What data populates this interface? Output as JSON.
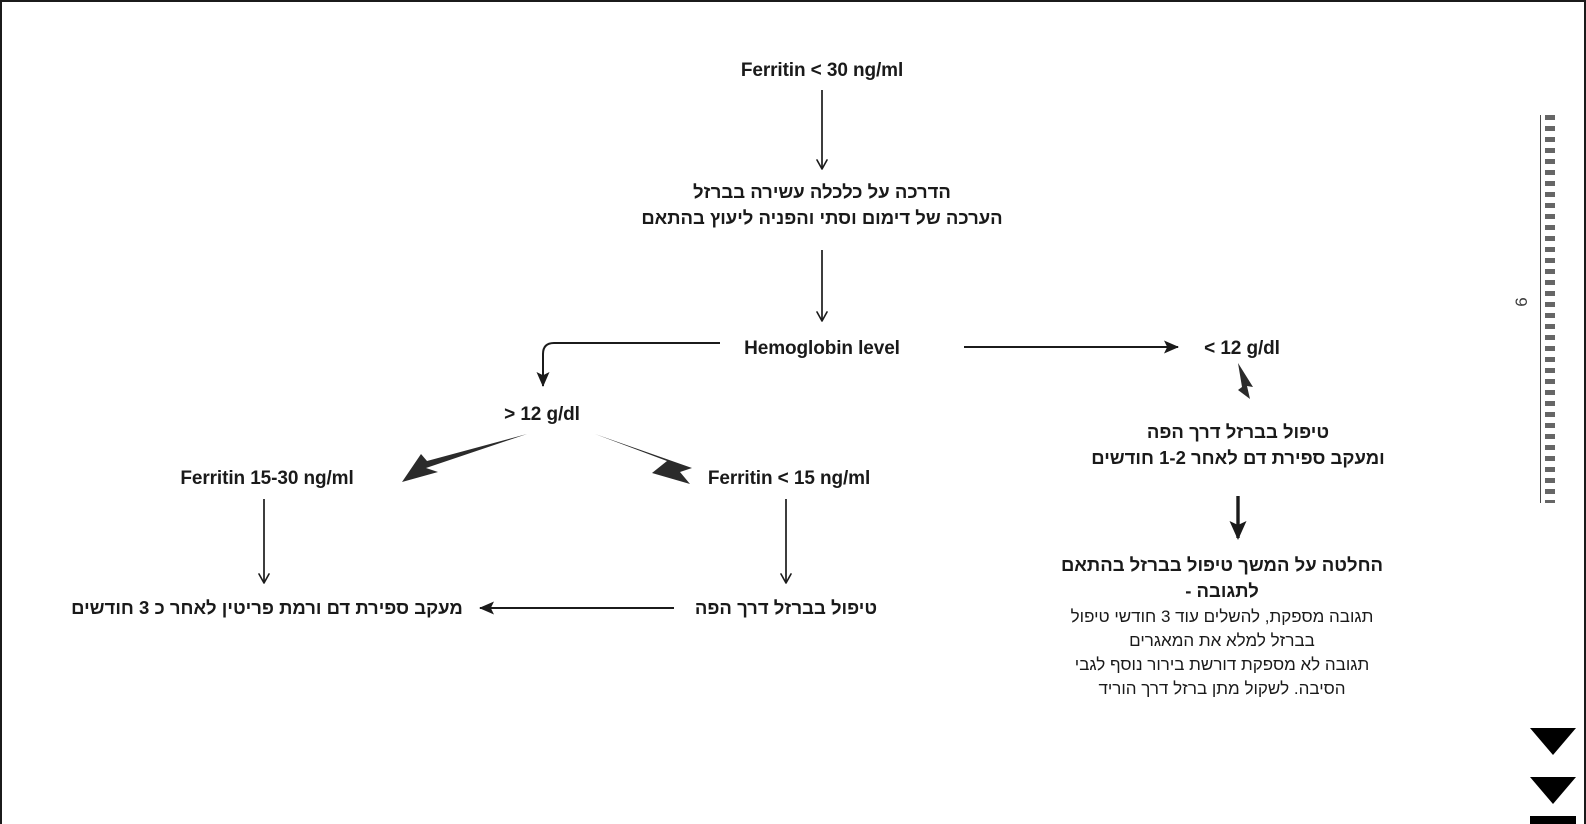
{
  "document": {
    "type": "clinical-decision-flowchart",
    "language": "he-en-mixed",
    "page_number": "6"
  },
  "nodes": {
    "root": {
      "id": "ferritin-under-30",
      "label": "Ferritin < 30 ng/ml"
    },
    "education": {
      "id": "iron-rich-diet-education",
      "line1": "הדרכה על כלכלה עשירה בברזל",
      "line2": "הערכה של דימום וסתי והפניה ליעוץ בהתאם"
    },
    "hemoglobin": {
      "id": "hemoglobin-level",
      "label": "Hemoglobin level"
    },
    "hb_high": {
      "id": "hb-above-12",
      "label": "> 12 g/dl"
    },
    "hb_low": {
      "id": "hb-below-12",
      "label": "< 12 g/dl"
    },
    "ferritin_15_30": {
      "id": "ferritin-15-30",
      "label": "Ferritin 15-30 ng/ml"
    },
    "ferritin_under_15": {
      "id": "ferritin-under-15",
      "label": "Ferritin < 15 ng/ml"
    },
    "followup_3mo": {
      "id": "followup-cbc-ferritin-3-months",
      "label": "מעקב ספירת דם ורמת פריטין לאחר כ 3 חודשים"
    },
    "oral_iron_left": {
      "id": "oral-iron-treatment",
      "label": "טיפול בברזל דרך הפה"
    },
    "oral_iron_right": {
      "id": "oral-iron-treatment-with-followup",
      "line1": "טיפול בברזל דרך הפה",
      "line2": "ומעקב ספירת דם לאחר 1-2 חודשים"
    },
    "decision": {
      "id": "treatment-continuation-decision",
      "heading_line1": "החלטה על המשך טיפול בברזל בהתאם",
      "heading_line2": "לתגובה -",
      "body_line1": "תגובה מספקת, להשלים עוד 3 חודשי טיפול",
      "body_line2": "בברזל למלא את המאגרים",
      "body_line3": "תגובה לא מספקת דורשת בירור נוסף לגבי",
      "body_line4": "הסיבה. לשקול מתן ברזל דרך הוריד"
    }
  },
  "colors": {
    "ink": "#1a1a1a",
    "connector": "#1b1b1b",
    "page_background": "#ffffff",
    "border": "#1b1b1b"
  }
}
